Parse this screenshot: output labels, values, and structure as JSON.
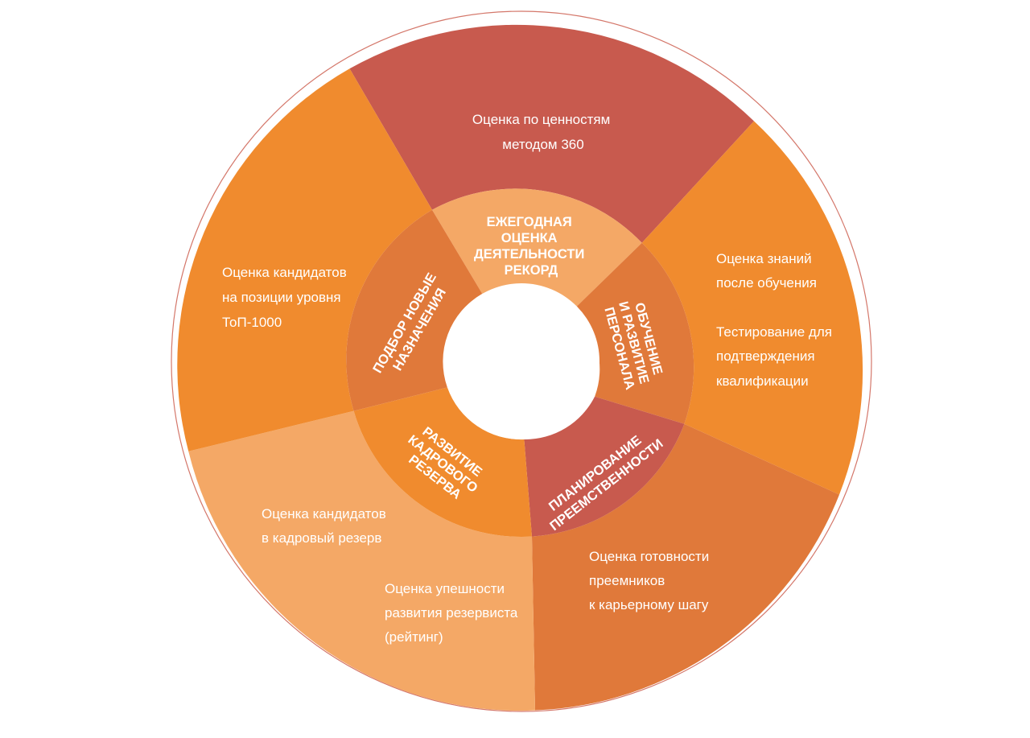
{
  "colors": {
    "red": "#c85a4e",
    "orange": "#f08b2e",
    "dark_orange": "#e0793a",
    "light_orange": "#f4a866",
    "rim": "#d4776a",
    "center": "#ffffff"
  },
  "inner_segments": [
    {
      "id": "record",
      "lines": [
        "ЕЖЕГОДНАЯ",
        "ОЦЕНКА",
        "ДЕЯТЕЛЬНОСТИ",
        "РЕКОРД"
      ]
    },
    {
      "id": "training",
      "lines": [
        "ОБУЧЕНИЕ",
        "И РАЗВИТИЕ",
        "ПЕРСОНАЛА"
      ]
    },
    {
      "id": "succession",
      "lines": [
        "ПЛАНИРОВАНИЕ",
        "ПРЕЕМСТВЕННОСТИ"
      ]
    },
    {
      "id": "reserve",
      "lines": [
        "РАЗВИТИЕ",
        "КАДРОВОГО",
        "РЕЗЕРВА"
      ]
    },
    {
      "id": "selection",
      "lines": [
        "ПОДБОР НОВЫЕ",
        "НАЗНАЧЕНИЯ"
      ]
    }
  ],
  "outer_segments": [
    {
      "id": "values",
      "lines": [
        "Оценка по ценностям",
        "методом 360"
      ]
    },
    {
      "id": "knowledge",
      "lines": [
        "Оценка знаний",
        "после обучения",
        "",
        "Тестирование для",
        "подтверждения",
        "квалификации"
      ]
    },
    {
      "id": "readiness",
      "lines": [
        "Оценка готовности",
        "преемников",
        "к карьерному шагу"
      ]
    },
    {
      "id": "reserve-assessment",
      "lines": [
        "Оценка кандидатов",
        "в кадровый резерв",
        "",
        "",
        "Оценка упешности",
        "развития резервиста",
        "(рейтинг)"
      ]
    },
    {
      "id": "top1000",
      "lines": [
        "Оценка кандидатов",
        "на позиции уровня",
        "ТоП-1000"
      ]
    }
  ]
}
